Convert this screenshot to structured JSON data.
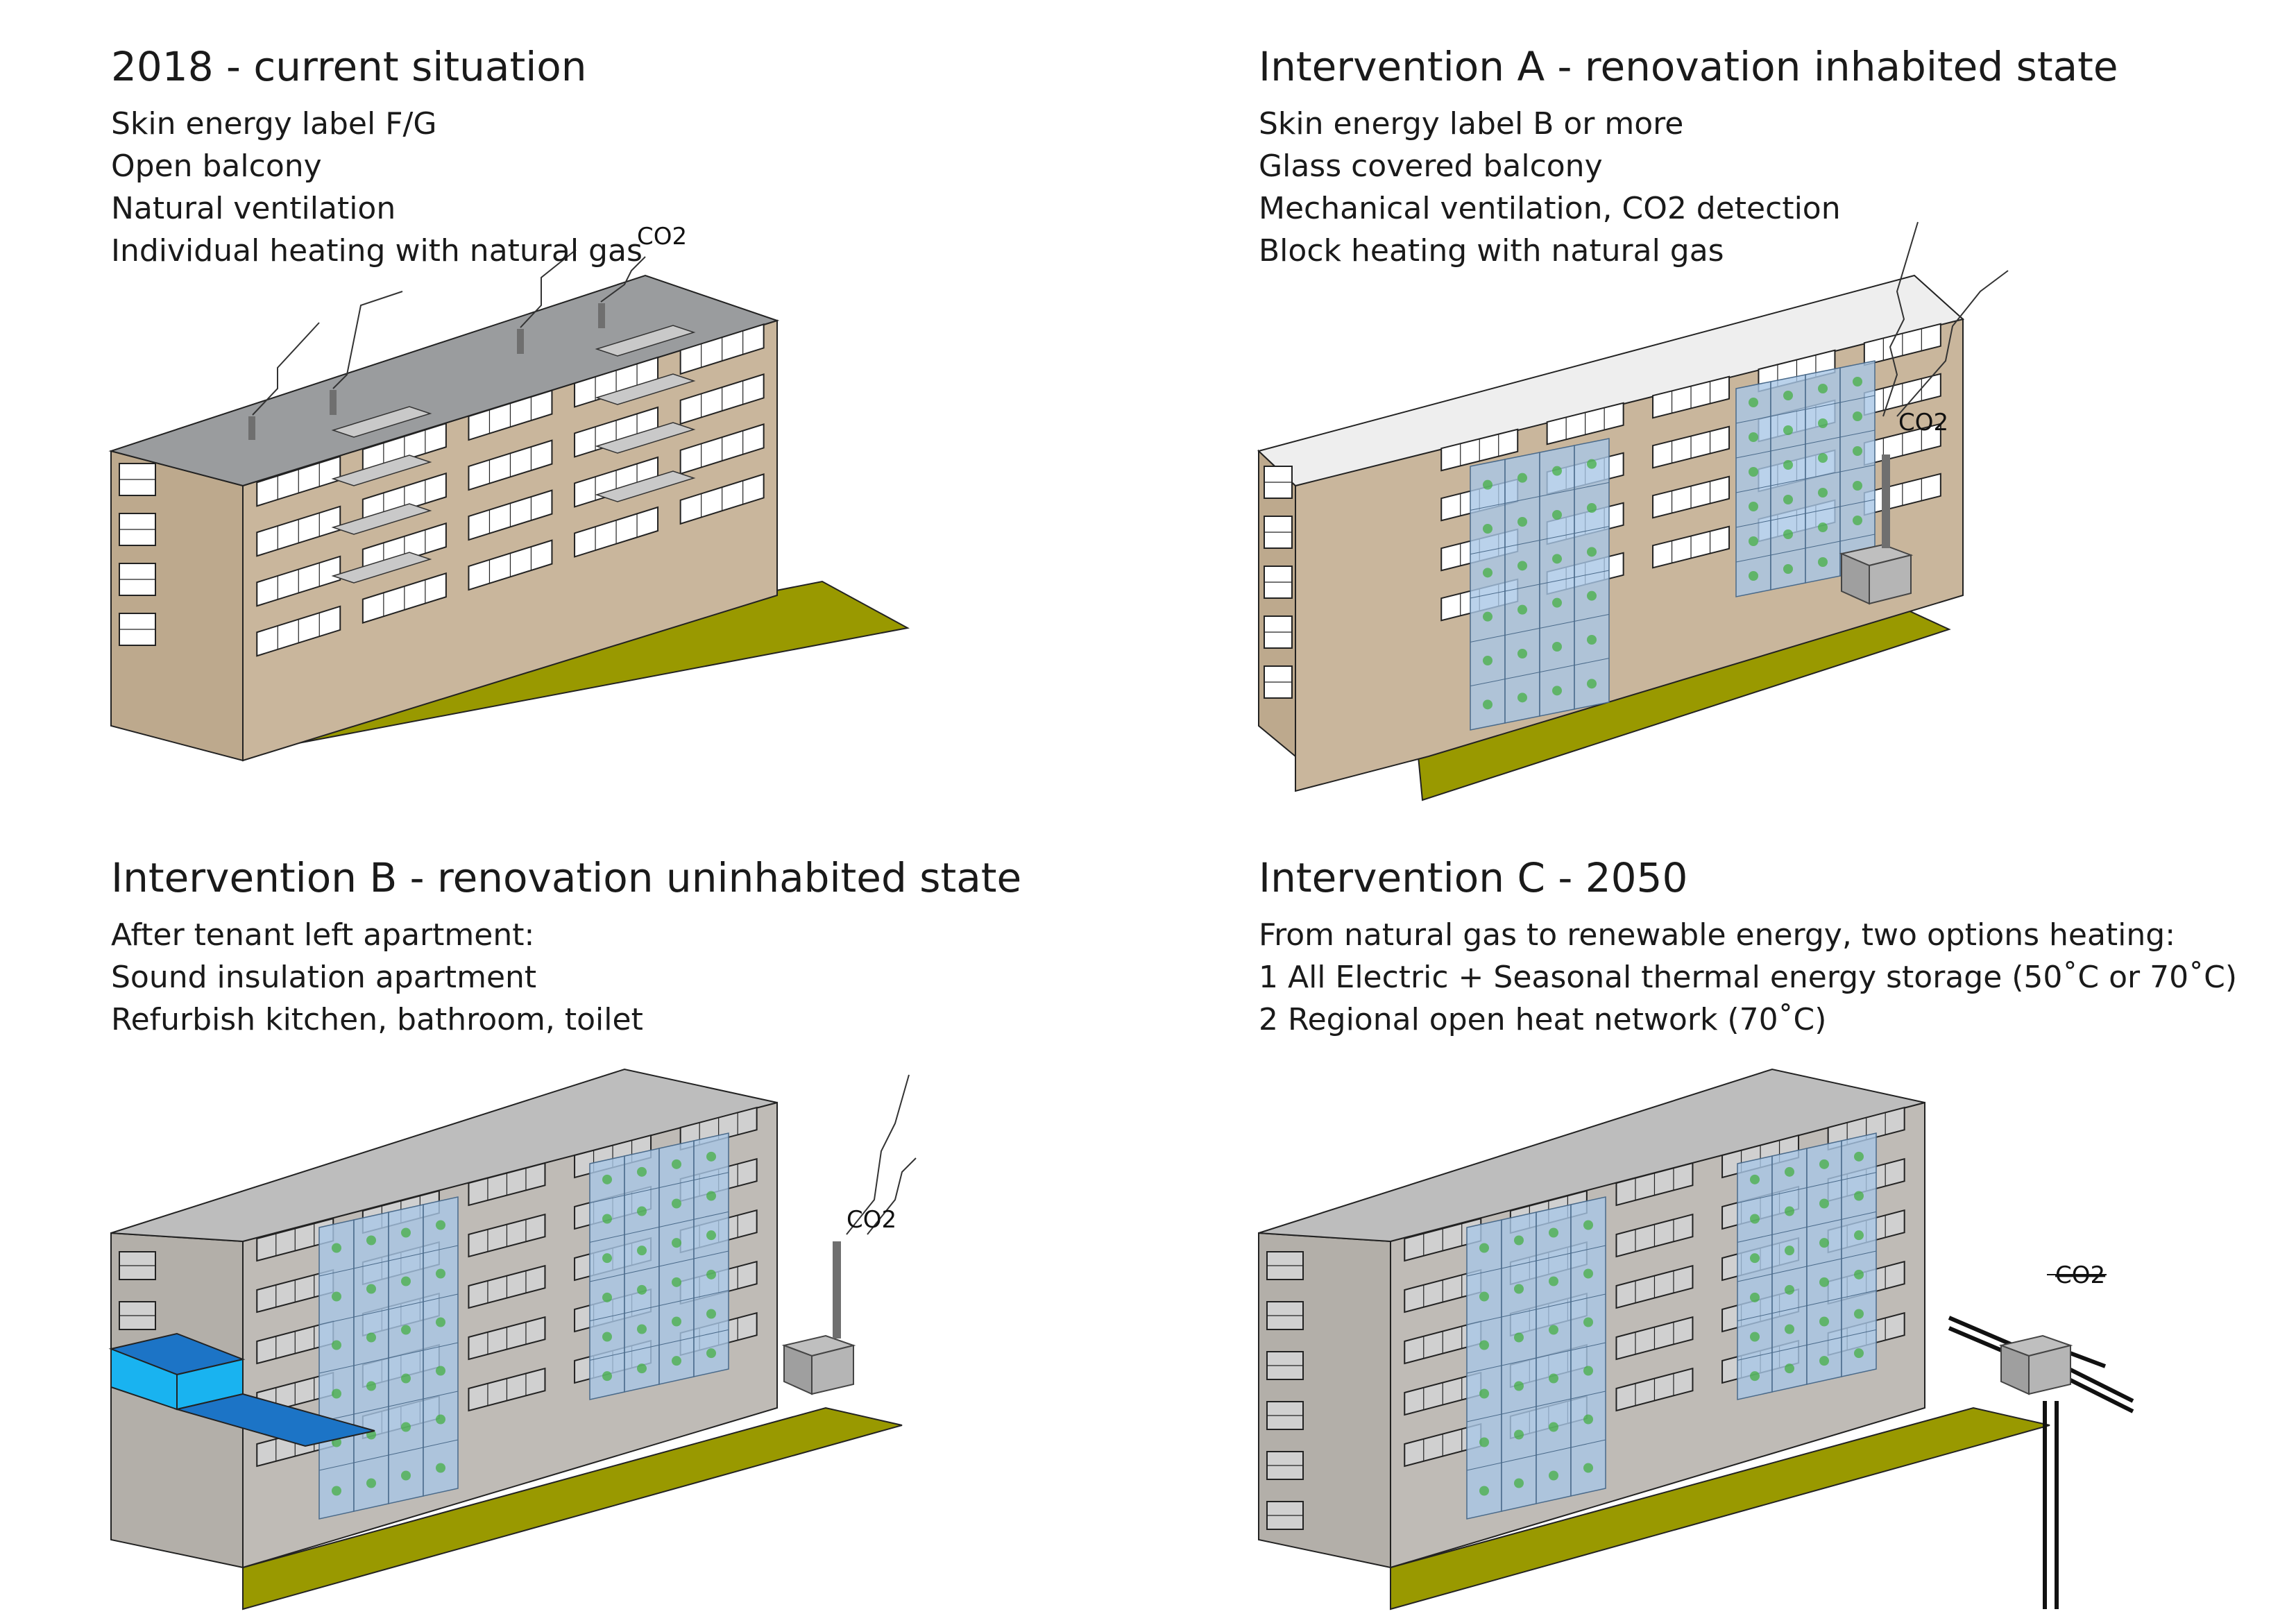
{
  "panels": [
    {
      "title": "2018 - current situation",
      "lines": [
        "Skin energy label F/G",
        "Open balcony",
        "Natural ventilation",
        "Individual heating with natural gas"
      ],
      "co2_label": "CO2"
    },
    {
      "title": "Intervention A - renovation inhabited state",
      "lines": [
        "Skin energy label B or more",
        "Glass covered balcony",
        "Mechanical ventilation, CO2 detection",
        "Block heating with natural gas"
      ],
      "co2_label": "CO2"
    },
    {
      "title": "Intervention B - renovation uninhabited state",
      "lines": [
        "After tenant left apartment:",
        "Sound insulation apartment",
        "Refurbish kitchen, bathroom, toilet"
      ],
      "co2_label": "CO2"
    },
    {
      "title": "Intervention C - 2050",
      "lines": [
        "From natural gas to renewable energy, two options heating:",
        "1  All Electric + Seasonal thermal energy storage (50˚C or 70˚C)",
        "2  Regional open heat network (70˚C)"
      ],
      "co2_label": "CO2"
    }
  ],
  "colors": {
    "facade_warm": "#c9b69c",
    "facade_warm_side": "#bda98d",
    "facade_grey": "#bfbbb6",
    "facade_grey_side": "#b3afa9",
    "roof_grey": "#9a9c9e",
    "roof_white": "#eeeeee",
    "roof_light": "#bdbdbd",
    "ground": "#999900",
    "glass": "#a9c7e6",
    "plant": "#3fae3a",
    "insulation_top": "#1c74c6",
    "insulation_front": "#19b3f0"
  }
}
